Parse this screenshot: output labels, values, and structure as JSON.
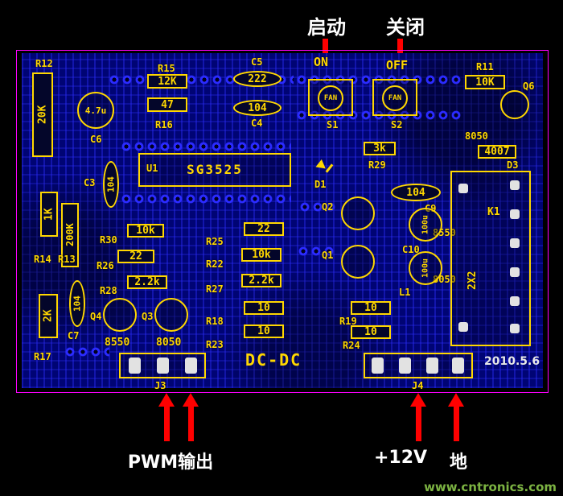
{
  "colors": {
    "silkscreen": "#ffd700",
    "board_trace": "#2b2bff",
    "board_base": "#000474",
    "frame": "#ff00ff",
    "arrow": "#ff0000",
    "watermark_green": "#7cb342"
  },
  "annotations": {
    "start": "启动",
    "stop": "关闭",
    "pwm": "PWM输出",
    "v12": "+12V",
    "gnd": "地"
  },
  "watermark": "www.cntronics.com",
  "board": {
    "date": "2010.5.6",
    "name": "DC-DC",
    "labels": {
      "r12": "R12",
      "r12v": "20K",
      "c6v": "4.7u",
      "c6": "C6",
      "r15": "R15",
      "r15v": "12K",
      "r16v": "47",
      "r16": "R16",
      "c5": "C5",
      "c5v": "222",
      "c4v": "104",
      "c4": "C4",
      "on": "ON",
      "off": "OFF",
      "fan1": "FAN",
      "fan2": "FAN",
      "s1": "S1",
      "s2": "S2",
      "r11": "R11",
      "r11v": "10K",
      "q6": "Q6",
      "q6v": "8050",
      "d3v": "4007",
      "d3": "D3",
      "r29v": "3k",
      "r29": "R29",
      "d1": "D1",
      "u1": "U1",
      "u1p": "SG3525",
      "c3": "C3",
      "c3v": "104",
      "r14v": "1K",
      "r13v": "200K",
      "r14": "R14",
      "r13": "R13",
      "c9v": "104",
      "c9": "C9",
      "q2": "Q2",
      "q2v": "8550",
      "q1": "Q1",
      "q1v": "8050",
      "c10": "C10",
      "e1v": "100u",
      "e2v": "100u",
      "l1": "L1",
      "k1": "K1",
      "k1v": "2X2",
      "r30": "R30",
      "r30v": "10k",
      "r26": "R26",
      "r26v": "22",
      "r28": "R28",
      "r28v": "2.2k",
      "r25": "R25",
      "r25v": "22",
      "r22": "R22",
      "r22v": "10k",
      "r27": "R27",
      "r27v": "2.2k",
      "r18": "R18",
      "r18v": "10",
      "r23": "R23",
      "r23v": "10",
      "r19": "R19",
      "r19v": "10",
      "r24": "R24",
      "r24v": "10",
      "q4": "Q4",
      "q4v": "8550",
      "q3": "Q3",
      "q3v": "8050",
      "r17": "R17",
      "r17v": "2K",
      "c7": "C7",
      "c7v": "104",
      "j3": "J3",
      "j4": "J4"
    }
  }
}
